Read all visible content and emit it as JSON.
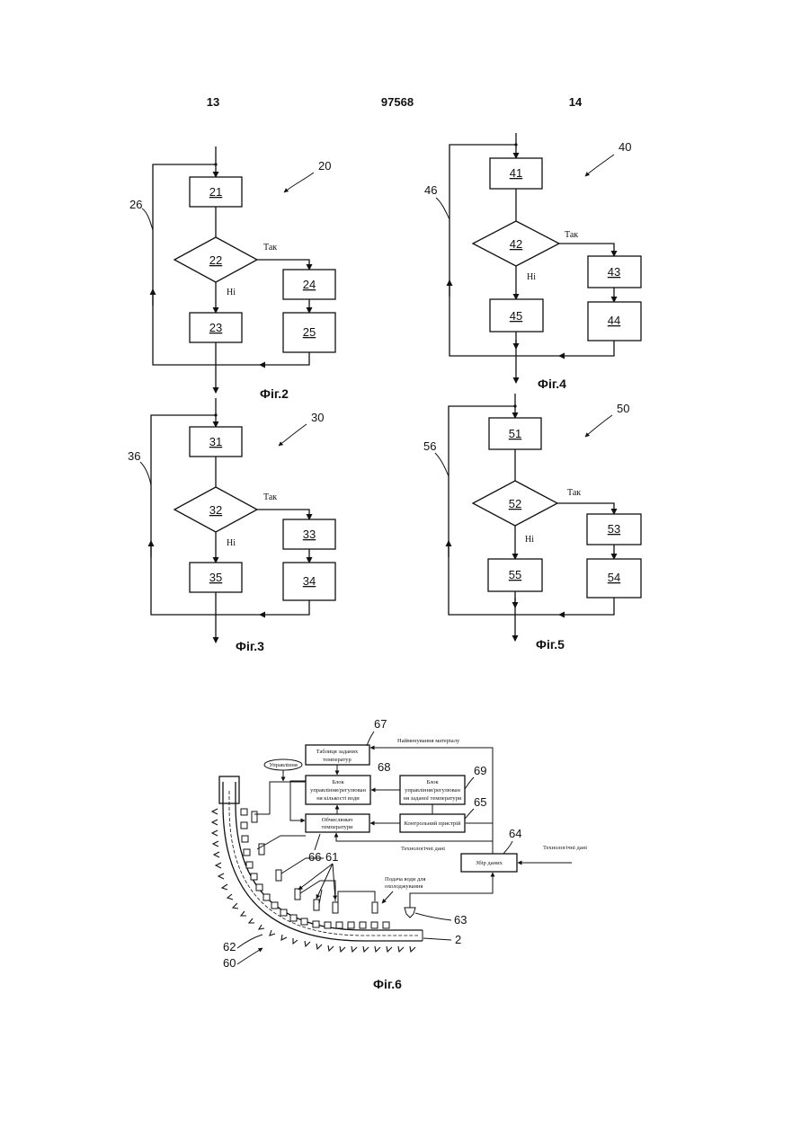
{
  "header": {
    "left_page": "13",
    "patent_number": "97568",
    "right_page": "14"
  },
  "labels": {
    "yes": "Так",
    "no": "Ні"
  },
  "flowcharts": [
    {
      "id": "fig2",
      "caption": "Фіг.2",
      "ref": "20",
      "loop_ref": "26",
      "b1": "21",
      "diamond": "22",
      "b_right_top": "24",
      "b_right_bottom": "25",
      "b_bottom": "23"
    },
    {
      "id": "fig4",
      "caption": "Фіг.4",
      "ref": "40",
      "loop_ref": "46",
      "b1": "41",
      "diamond": "42",
      "b_right_top": "43",
      "b_right_bottom": "44",
      "b_bottom": "45"
    },
    {
      "id": "fig3",
      "caption": "Фіг.3",
      "ref": "30",
      "loop_ref": "36",
      "b1": "31",
      "diamond": "32",
      "b_right_top": "33",
      "b_right_bottom": "34",
      "b_bottom": "35"
    },
    {
      "id": "fig5",
      "caption": "Фіг.5",
      "ref": "50",
      "loop_ref": "56",
      "b1": "51",
      "diamond": "52",
      "b_right_top": "53",
      "b_right_bottom": "54",
      "b_bottom": "55"
    }
  ],
  "fig6": {
    "caption": "Фіг.6",
    "table_l1": "Таблиця заданих",
    "table_l2": "температур",
    "control_oval": "Управління",
    "water_l1": "Блок",
    "water_l2": "управління/регулюван",
    "water_l3": "ня кількості води",
    "settemp_l1": "Блок",
    "settemp_l2": "управління/регулюван",
    "settemp_l3": "ня заданої температури",
    "calc_l1": "Обчислювач",
    "calc_l2": "температури",
    "control_device": "Контрольний пристрій",
    "data_collect": "Збір даних",
    "material_name": "Найменування матеріалу",
    "tech_data_1": "Технологічні дані",
    "tech_data_2": "Технологічні дані",
    "water_supply_l1": "Подача води для",
    "water_supply_l2": "охолоджування",
    "refs": {
      "r67": "67",
      "r68": "68",
      "r69": "69",
      "r65": "65",
      "r64": "64",
      "r66": "66",
      "r61": "61",
      "r63": "63",
      "r2": "2",
      "r62": "62",
      "r60": "60"
    }
  }
}
